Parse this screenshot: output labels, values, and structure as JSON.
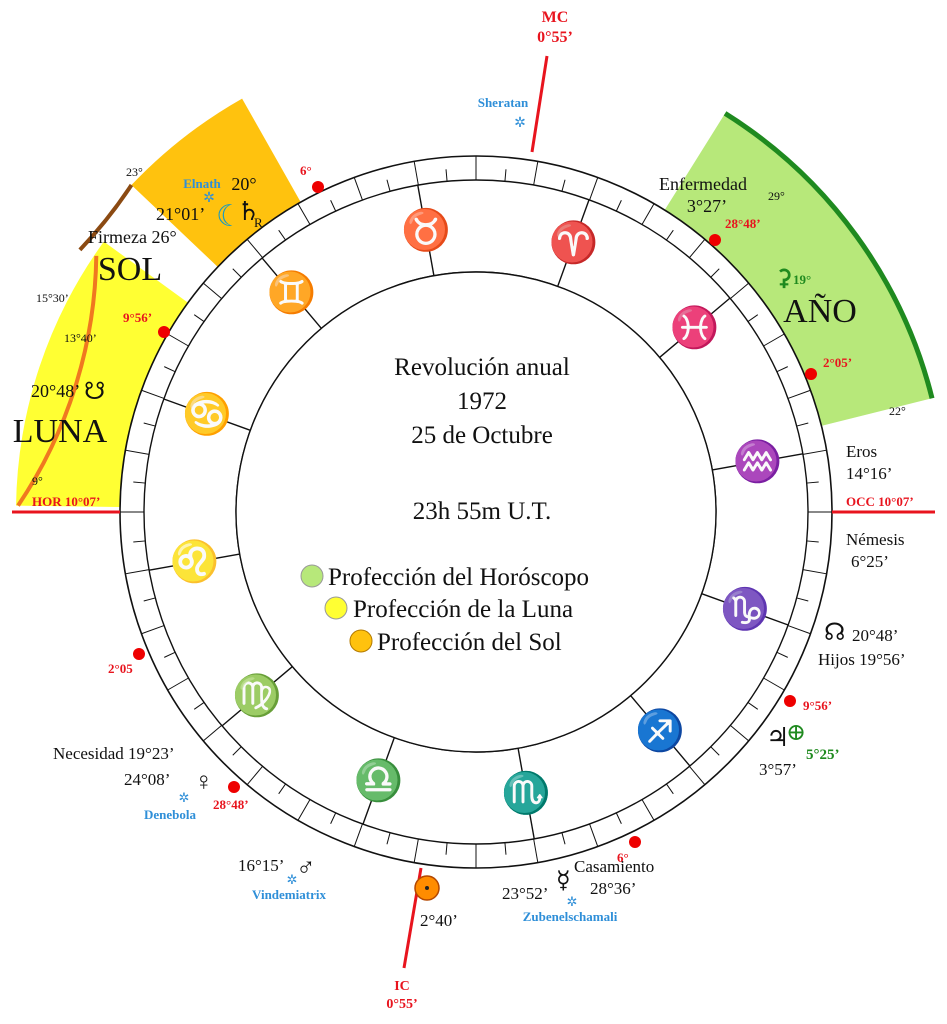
{
  "colors": {
    "mc_axis": "#e8141e",
    "horoscope_profection": "#b7e87a",
    "moon_profection": "#ffff33",
    "sun_profection": "#ffc20e",
    "star": "#2f8fd8",
    "green_text": "#1f8a1f",
    "ring_line": "#111111"
  },
  "center": {
    "line1": "Revolución anual",
    "line2": "1972",
    "line3": "25 de Octubre",
    "line4": "23h 55m U.T."
  },
  "legend": [
    {
      "label": "Profección del Horóscopo",
      "color": "#b7e87a"
    },
    {
      "label": "Profección de la Luna",
      "color": "#ffff33"
    },
    {
      "label": "Profección del Sol",
      "color": "#ffc20e"
    }
  ],
  "axes": {
    "mc": {
      "name": "MC",
      "degree": "0°55’"
    },
    "ic": {
      "name": "IC",
      "degree": "0°55’"
    },
    "hor": "HOR 10°07’",
    "occ": "OCC 10°07’"
  },
  "sign_icons": [
    "taurus-icon",
    "aries-icon",
    "pisces-icon",
    "aquarius-icon",
    "capricorn-icon",
    "sagittarius-icon",
    "scorpio-icon",
    "libra-icon",
    "virgo-icon",
    "leo-icon",
    "cancer-icon",
    "gemini-icon"
  ],
  "sign_glyphs": [
    "♉",
    "♈",
    "♓",
    "♒",
    "♑",
    "♐",
    "♏",
    "♎",
    "♍",
    "♌",
    "♋",
    "♊"
  ],
  "cusps": [
    "28°48’",
    "2°05’",
    "9°56’",
    "6°",
    "2°05",
    "28°48’",
    "6°",
    "9°56’"
  ],
  "sectors": {
    "ano": {
      "label": "AÑO",
      "start": "29°",
      "end": "22°",
      "planet_deg": "19°"
    },
    "sol": {
      "label": "SOL",
      "start": "23°",
      "end": "15°30’"
    },
    "luna": {
      "label": "LUNA",
      "start": "13°40’",
      "end": "9°"
    }
  },
  "labels": {
    "sheratan": "Sheratan",
    "elnath": "Elnath",
    "elnath_deg": "20°",
    "saturn_moon_deg": "21°01’",
    "saturn_retro": "R",
    "firmeza": "Firmeza 26°",
    "node_left_deg": "20°48’",
    "enfermedad": "Enfermedad",
    "enfermedad_deg": "3°27’",
    "eros": "Eros",
    "eros_deg": "14°16’",
    "nemesis": "Némesis",
    "nemesis_deg": "6°25’",
    "node_right_deg": "20°48’",
    "hijos": "Hijos 19°56’",
    "fortune_deg": "5°25’",
    "jupiter_deg": "3°57’",
    "necesidad": "Necesidad 19°23’",
    "venus_deg": "24°08’",
    "denebola": "Denebola",
    "mars_deg": "16°15’",
    "vindemiatrix": "Vindemiatrix",
    "sun_deg": "2°40’",
    "mercury_deg": "23°52’",
    "zubenelschamali": "Zubenelschamali",
    "casamiento": "Casamiento",
    "casamiento_deg": "28°36’"
  }
}
